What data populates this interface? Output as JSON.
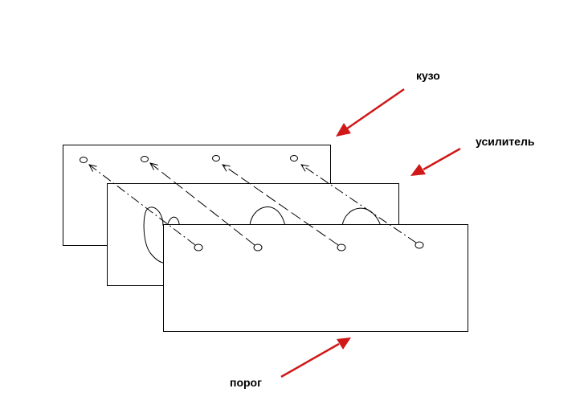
{
  "labels": {
    "body": "кузо",
    "reinforcer": "усилитель",
    "sill": "порог"
  },
  "colors": {
    "arrow": "#d01818",
    "line": "#000000",
    "background": "#ffffff"
  }
}
